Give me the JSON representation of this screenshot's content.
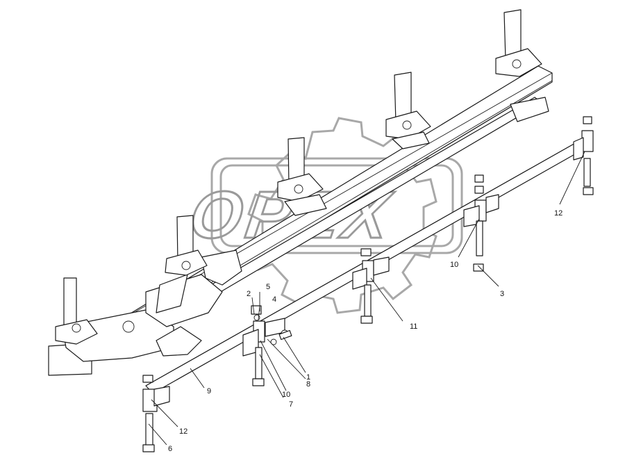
{
  "watermark": {
    "text": "OPEX",
    "color": "#a8a8a8"
  },
  "callouts": [
    {
      "id": "c1",
      "label": "1"
    },
    {
      "id": "c2",
      "label": "2"
    },
    {
      "id": "c3",
      "label": "3"
    },
    {
      "id": "c4",
      "label": "4"
    },
    {
      "id": "c5",
      "label": "5"
    },
    {
      "id": "c6",
      "label": "6"
    },
    {
      "id": "c7",
      "label": "7"
    },
    {
      "id": "c8",
      "label": "8"
    },
    {
      "id": "c9",
      "label": "9"
    },
    {
      "id": "c10a",
      "label": "10"
    },
    {
      "id": "c10b",
      "label": "10"
    },
    {
      "id": "c11",
      "label": "11"
    },
    {
      "id": "c12a",
      "label": "12"
    },
    {
      "id": "c12b",
      "label": "12"
    }
  ]
}
